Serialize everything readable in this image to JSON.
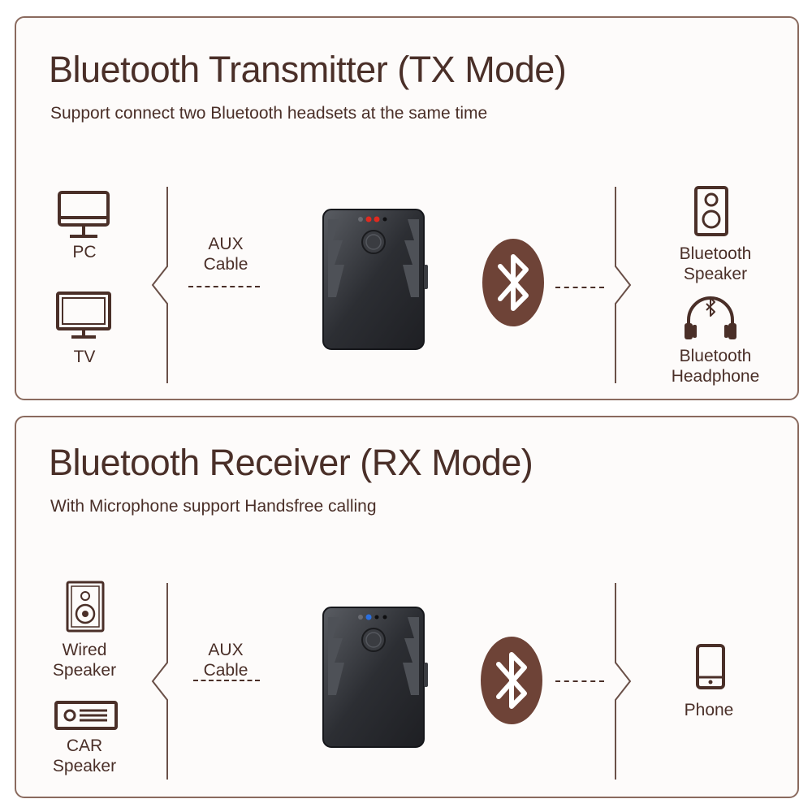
{
  "colors": {
    "brand_brown": "#6e4337",
    "text": "#4a2f28",
    "border": "#8a6a5e"
  },
  "tx": {
    "title": "Bluetooth Transmitter (TX Mode)",
    "subtitle": "Support connect two Bluetooth headsets at the same time",
    "sources": [
      {
        "label": "PC",
        "icon": "monitor-icon"
      },
      {
        "label": "TV",
        "icon": "tv-icon"
      }
    ],
    "link_label": "AUX\nCable",
    "device_led_color": "#e02a1f",
    "targets": [
      {
        "label": "Bluetooth\nSpeaker",
        "icon": "speaker-icon"
      },
      {
        "label": "Bluetooth\nHeadphone",
        "icon": "headphone-icon"
      }
    ]
  },
  "rx": {
    "title": "Bluetooth Receiver (RX Mode)",
    "subtitle": "With Microphone support Handsfree calling",
    "sources": [
      {
        "label": "Wired\nSpeaker",
        "icon": "wired-speaker-icon"
      },
      {
        "label": "CAR\nSpeaker",
        "icon": "car-stereo-icon"
      }
    ],
    "link_label": "AUX\nCable",
    "device_led_color": "#2a6fe0",
    "targets": [
      {
        "label": "Phone",
        "icon": "phone-icon"
      }
    ]
  }
}
